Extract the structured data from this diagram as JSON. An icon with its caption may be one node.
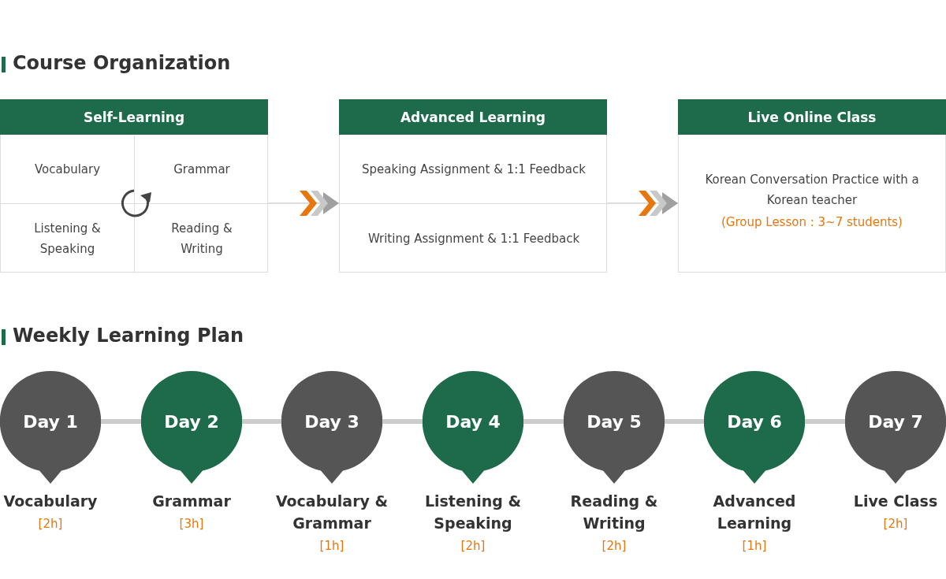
{
  "diagram": {
    "nodes": [
      {
        "text": [
          "Self-Learning"
        ]
      },
      {
        "text": [
          "Vocabulary"
        ],
        "in": 0
      },
      {
        "text": [
          "Grammar"
        ],
        "in": 0
      },
      {
        "text": [
          "Listening & Speaking"
        ],
        "in": 0
      },
      {
        "text": [
          "Reading & Writing"
        ],
        "in": 0
      },
      {
        "text": [
          "Advanced Learning"
        ]
      },
      {
        "text": [
          "Speaking Assignment & 1:1 Feedback"
        ],
        "in": 5
      },
      {
        "text": [
          "Writing Assignment & 1:1 Feedback"
        ],
        "in": 5
      },
      {
        "text": [
          "Live Online Class",
          "Korean Conversation Practice with a Korean teacher",
          "(Group Lesson : 3~7 students)"
        ]
      },
      {
        "text": [
          "Day 1"
        ],
        "beside": [
          "Vocabulary",
          "[2h]"
        ]
      },
      {
        "text": [
          "Day 2"
        ],
        "beside": [
          "Grammar",
          "[3h]"
        ]
      },
      {
        "text": [
          "Day 3"
        ],
        "beside": [
          "Vocabulary & Grammar",
          "[1h]"
        ]
      },
      {
        "text": [
          "Day 4"
        ],
        "beside": [
          "Listening & Speaking",
          "[2h]"
        ]
      },
      {
        "text": [
          "Day 5"
        ],
        "beside": [
          "Reading & Writing",
          "[2h]"
        ]
      },
      {
        "text": [
          "Day 6"
        ],
        "beside": [
          "Advanced Learning",
          "[1h]"
        ]
      },
      {
        "text": [
          "Day 7"
        ],
        "beside": [
          "Live Class",
          "[2h]"
        ]
      }
    ],
    "edges": [
      {
        "from": 0,
        "to": 5,
        "arrow": "to"
      },
      {
        "from": 5,
        "to": 8,
        "arrow": "to"
      },
      {
        "from": 9,
        "to": 10,
        "arrow": "none"
      },
      {
        "from": 10,
        "to": 11,
        "arrow": "none"
      },
      {
        "from": 11,
        "to": 12,
        "arrow": "none"
      },
      {
        "from": 12,
        "to": 13,
        "arrow": "none"
      },
      {
        "from": 13,
        "to": 14,
        "arrow": "none"
      },
      {
        "from": 14,
        "to": 15,
        "arrow": "none"
      }
    ],
    "labels": [
      "Course Organization",
      "Weekly Learning Plan"
    ]
  }
}
